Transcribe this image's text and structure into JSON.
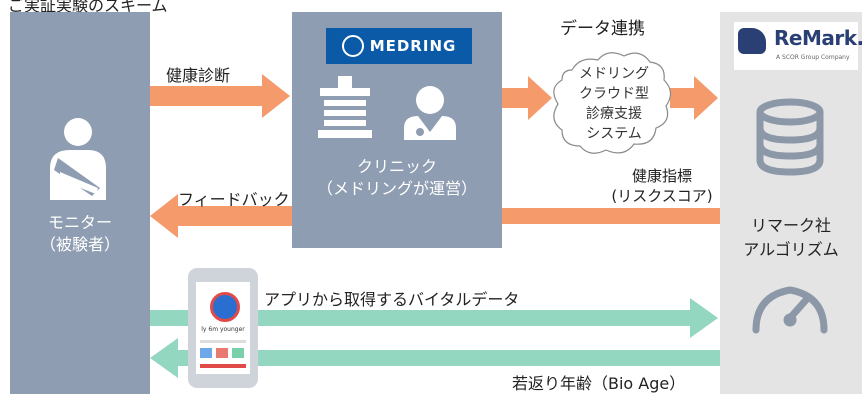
{
  "top_title": "ご実証実験のスキーム",
  "monitor": {
    "label_line1": "モニター",
    "label_line2": "（被験者）",
    "icon": "injured-person-icon"
  },
  "clinic": {
    "logo_text": "MEDRING",
    "label_line1": "クリニック",
    "label_line2": "（メドリングが運営）",
    "icons": [
      "building-icon",
      "doctor-icon"
    ]
  },
  "remark": {
    "logo_name": "ReMark.",
    "logo_sub": "A SCOR Group Company",
    "label_line1": "リマーク社",
    "label_line2": "アルゴリズム",
    "icons": [
      "database-icon",
      "gauge-icon"
    ]
  },
  "cloud": {
    "heading": "データ連携",
    "lines": [
      "メドリング",
      "クラウド型",
      "診療支援",
      "システム"
    ]
  },
  "arrows": {
    "health_check": "健康診断",
    "feedback": "フィードバック",
    "health_index_line1": "健康指標",
    "health_index_line2": "(リスクスコア)",
    "vital_data": "アプリから取得するバイタルデータ",
    "bio_age": "若返り年齢（Bio Age）"
  },
  "phone": {
    "app_text": "ly 6m younger",
    "icon": "smartphone-app-icon"
  },
  "colors": {
    "box": "#8e9db1",
    "orange": "#f49a6b",
    "green": "#93d7c0",
    "gray_panel": "#e4e4e4",
    "medring_blue": "#0a5aa8"
  }
}
